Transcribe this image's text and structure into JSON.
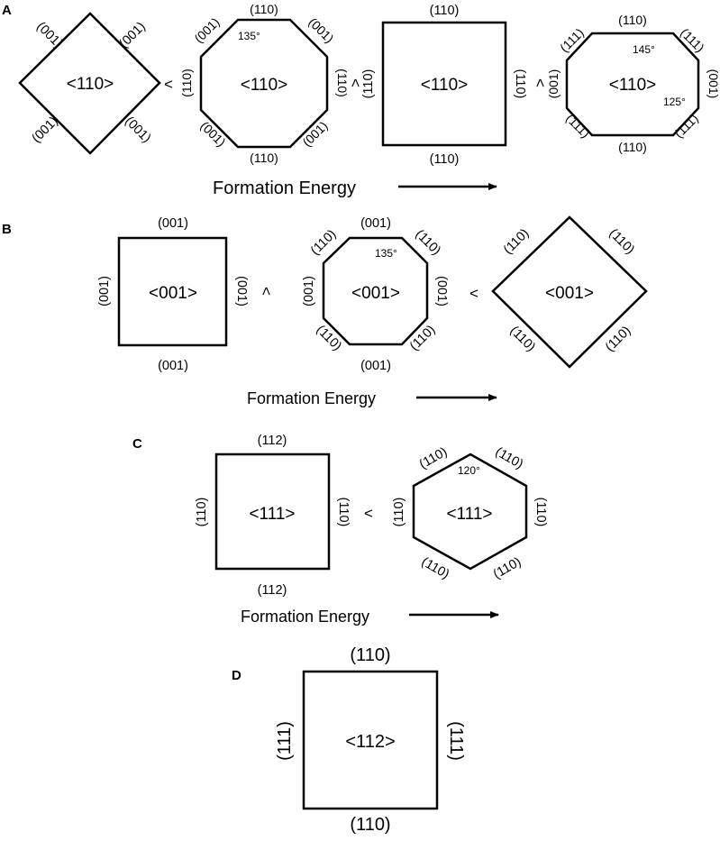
{
  "panels": {
    "A": {
      "letter": "A",
      "shape1": {
        "axis": "<110>",
        "faces": [
          "(001)",
          "(001)",
          "(001)",
          "(001)"
        ]
      },
      "shape2": {
        "axis": "<110>",
        "angle": "135°",
        "faces": [
          "(110)",
          "(001)",
          "(001)",
          "(110)",
          "(110)",
          "(001)",
          "(110)",
          "(001)"
        ]
      },
      "shape3": {
        "axis": "<110>",
        "faces": [
          "(110)",
          "(110)",
          "(110)",
          "(110)"
        ]
      },
      "shape4": {
        "axis": "<110>",
        "angle_top": "145°",
        "angle_right": "125°",
        "faces": [
          "(110)",
          "(111)",
          "(111)",
          "(001)",
          "(001)",
          "(111)",
          "(110)",
          "(111)"
        ]
      },
      "comparators": [
        "<",
        "<",
        "<"
      ],
      "energy_label": "Formation Energy"
    },
    "B": {
      "letter": "B",
      "shape1": {
        "axis": "<001>",
        "faces": [
          "(001)",
          "(001)",
          "(001)",
          "(001)"
        ]
      },
      "shape2": {
        "axis": "<001>",
        "angle": "135°",
        "faces": [
          "(001)",
          "(110)",
          "(110)",
          "(001)",
          "(001)",
          "(110)",
          "(001)",
          "(110)"
        ]
      },
      "shape3": {
        "axis": "<001>",
        "faces": [
          "(110)",
          "(110)",
          "(110)",
          "(110)"
        ]
      },
      "comparators": [
        "<",
        "<"
      ],
      "energy_label": "Formation Energy"
    },
    "C": {
      "letter": "C",
      "shape1": {
        "axis": "<111>",
        "faces": [
          "(112)",
          "(110)",
          "(110)",
          "(112)"
        ]
      },
      "shape2": {
        "axis": "<111>",
        "angle": "120°",
        "faces": [
          "(110)",
          "(110)",
          "(110)",
          "(110)",
          "(110)",
          "(110)"
        ]
      },
      "comparators": [
        "<"
      ],
      "energy_label": "Formation Energy"
    },
    "D": {
      "letter": "D",
      "shape1": {
        "axis": "<112>",
        "faces": [
          "(110)",
          "(111)",
          "(111)",
          "(110)"
        ]
      }
    }
  }
}
